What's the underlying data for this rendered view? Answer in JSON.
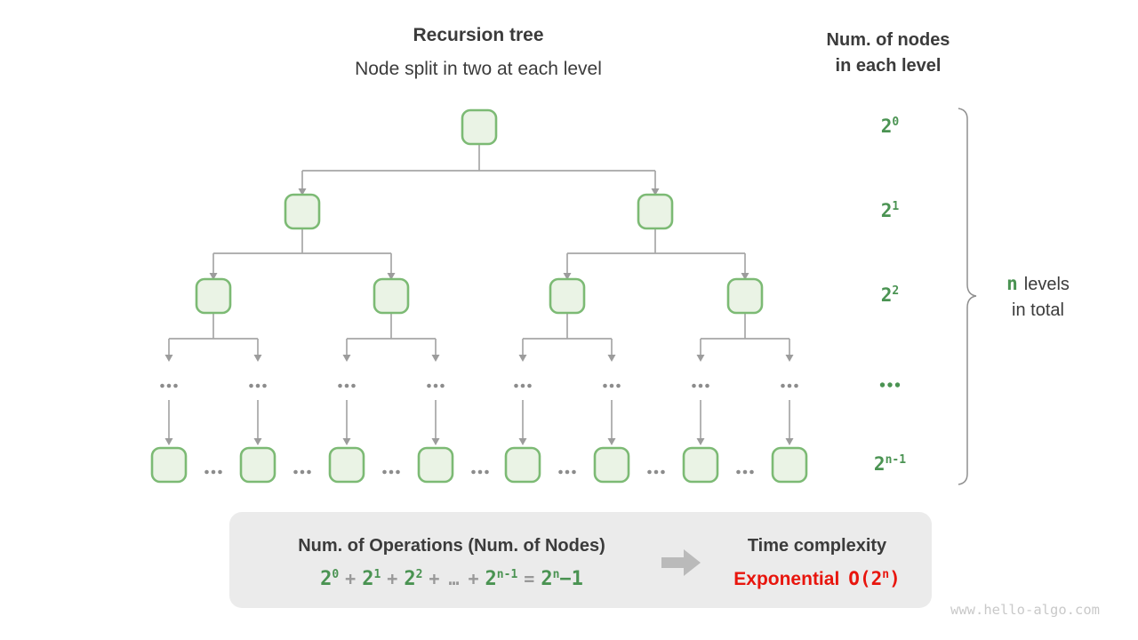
{
  "colors": {
    "green_text": "#4a9352",
    "node_border": "#7cba74",
    "node_fill": "#eaf3e5",
    "line": "#a6a6a6",
    "arrow": "#9c9c9c",
    "dots": "#8c8c8c",
    "dark_text": "#3b3b3b",
    "red": "#e8150d",
    "box_bg": "#ebebeb",
    "block_arrow": "#bababa",
    "brace": "#8f8f8f",
    "watermark": "#c9c9c9"
  },
  "header": {
    "title": "Recursion tree",
    "subtitle": "Node split in two at each level"
  },
  "right_header": {
    "line1": "Num. of nodes",
    "line2": "in each level"
  },
  "level_labels": [
    {
      "base": "2",
      "sup": "0"
    },
    {
      "base": "2",
      "sup": "1"
    },
    {
      "base": "2",
      "sup": "2"
    },
    {
      "base": "…",
      "sup": ""
    },
    {
      "base": "2",
      "sup": "n-1"
    }
  ],
  "side_note": {
    "highlight": "n",
    "line1_rest": "levels",
    "line2": "in total"
  },
  "summary_box": {
    "left_title": "Num. of Operations (Num. of Nodes)",
    "formula_tokens": [
      {
        "base": "2",
        "sup": "0"
      },
      {
        "op": "+"
      },
      {
        "base": "2",
        "sup": "1"
      },
      {
        "op": "+"
      },
      {
        "base": "2",
        "sup": "2"
      },
      {
        "op": "+"
      },
      {
        "op": "…"
      },
      {
        "op": "+"
      },
      {
        "base": "2",
        "sup": "n-1"
      },
      {
        "op": "="
      },
      {
        "base": "2",
        "sup": "n",
        "tail": "−1"
      }
    ],
    "right_title": "Time complexity",
    "complexity_name": "Exponential",
    "complexity_big_o": {
      "base": "O(2",
      "sup": "n",
      "tail": ")"
    }
  },
  "tree": {
    "visible_node_rows": [
      1,
      2,
      4,
      8
    ],
    "ellipsis_row_count": 8,
    "bottom_row_separator_count": 7
  },
  "watermark": "www.hello-algo.com"
}
